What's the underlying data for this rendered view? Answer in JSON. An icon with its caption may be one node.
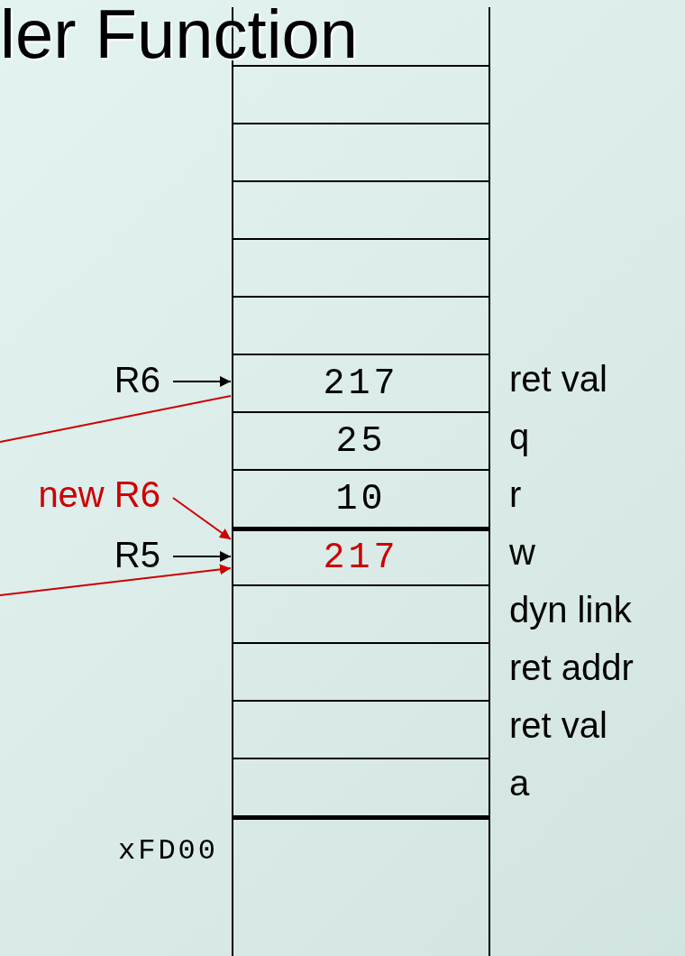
{
  "diagram": {
    "title": "ler Function",
    "nodes": [
      {
        "text": [],
        "shape": "box"
      },
      {
        "text": [],
        "shape": "box"
      },
      {
        "text": [],
        "shape": "box"
      },
      {
        "text": [],
        "shape": "box"
      },
      {
        "text": [],
        "shape": "box"
      },
      {
        "text": [],
        "shape": "box"
      },
      {
        "text": [
          "217"
        ]
      },
      {
        "text": [
          "25"
        ]
      },
      {
        "text": [
          "10"
        ]
      },
      {
        "text": [
          "217"
        ]
      },
      {
        "text": [],
        "shape": "box"
      },
      {
        "text": [],
        "shape": "box"
      },
      {
        "text": [],
        "shape": "box"
      },
      {
        "text": [],
        "shape": "box"
      },
      {
        "text": [],
        "shape": "box"
      },
      {
        "text": [
          "R6"
        ]
      },
      {
        "text": [
          "new R6"
        ]
      },
      {
        "text": [
          "R5"
        ]
      }
    ],
    "edges": [
      {
        "from": 15,
        "to": 6,
        "arrow": "to",
        "color": "#000000"
      },
      {
        "from": null,
        "to": 6,
        "arrow": "none",
        "color": "#cc0000"
      },
      {
        "from": 16,
        "to": 9,
        "arrow": "to",
        "color": "#cc0000"
      },
      {
        "from": 17,
        "to": 9,
        "arrow": "to",
        "color": "#000000"
      },
      {
        "from": null,
        "to": 9,
        "arrow": "to",
        "color": "#cc0000"
      }
    ],
    "labels": [
      "ret val",
      "q",
      "r",
      "w",
      "dyn link",
      "ret addr",
      "ret val",
      "a",
      "xFD00"
    ]
  }
}
